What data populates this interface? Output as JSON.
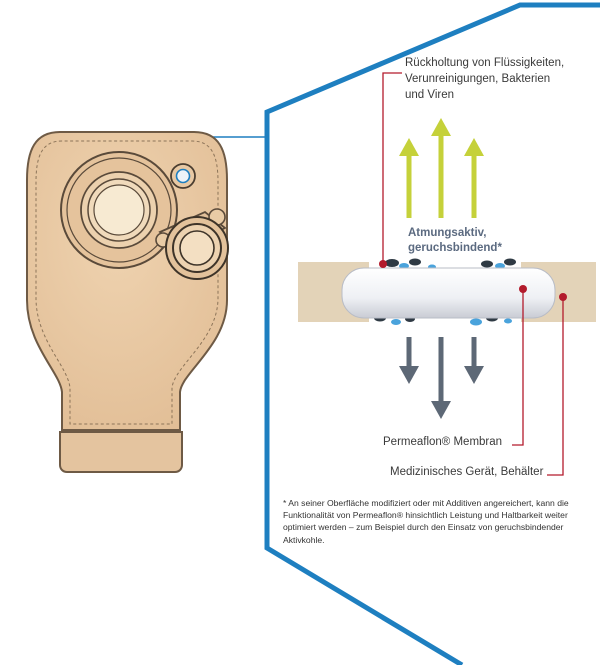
{
  "labels": {
    "retention": [
      "Rückholtung von Flüssigkeiten,",
      "Verunreinigungen, Bakterien",
      "und Viren"
    ],
    "breathable": [
      "Atmungsaktiv,",
      "geruchsbindend*"
    ],
    "membrane": "Permeaflon® Membran",
    "device": "Medizinisches Gerät, Behälter"
  },
  "footnote": "* An seiner Oberfläche modifiziert oder mit Additiven angereichert, kann die Funktionalität von Permeaflon® hinsichtlich Leistung und Haltbarkeit weiter optimiert werden – zum Beispiel durch den Einsatz von geruchsbindender Aktivkohle.",
  "colors": {
    "accent_blue": "#1e7fc0",
    "callout_red": "#b31b2c",
    "up_arrow": "#c5d13a",
    "down_arrow": "#5d6876",
    "bag_fill": "#e8c9a4",
    "device_fill": "#e3d3b8",
    "membrane_fill": "#f1f2f5"
  }
}
